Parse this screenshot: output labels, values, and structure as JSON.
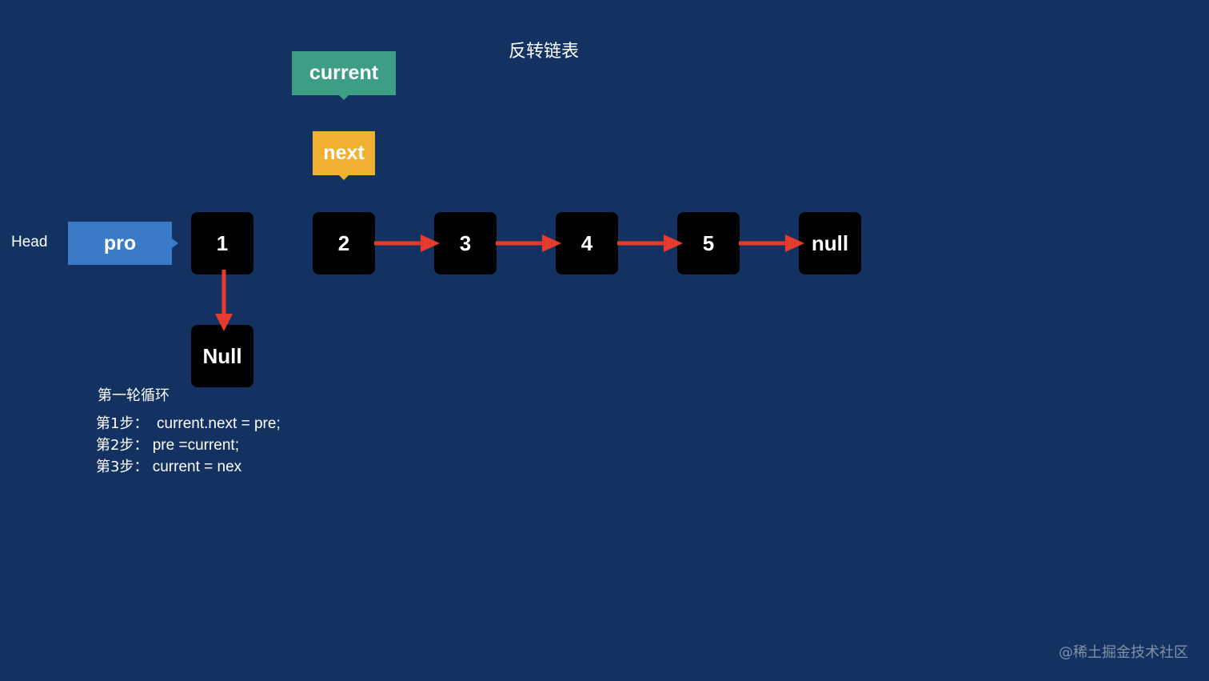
{
  "diagram": {
    "title": "反转链表",
    "head_label": "Head",
    "pointers": {
      "current": "current",
      "next": "next",
      "pro": "pro"
    },
    "nodes": [
      "1",
      "2",
      "3",
      "4",
      "5",
      "null"
    ],
    "detached_node": "Null",
    "loop": {
      "title": "第一轮循环",
      "steps": [
        {
          "label": "第1步：",
          "code": "  current.next = pre;"
        },
        {
          "label": "第2步：",
          "code": " pre =current;"
        },
        {
          "label": "第3步：",
          "code": " current = nex"
        }
      ]
    },
    "watermark": "@稀土掘金技术社区",
    "colors": {
      "background": "#133262",
      "node": "#000000",
      "arrow": "#e53b2c",
      "current_tag": "#3d9d85",
      "next_tag": "#f0b030",
      "pro_tag": "#3a7bc8"
    }
  }
}
